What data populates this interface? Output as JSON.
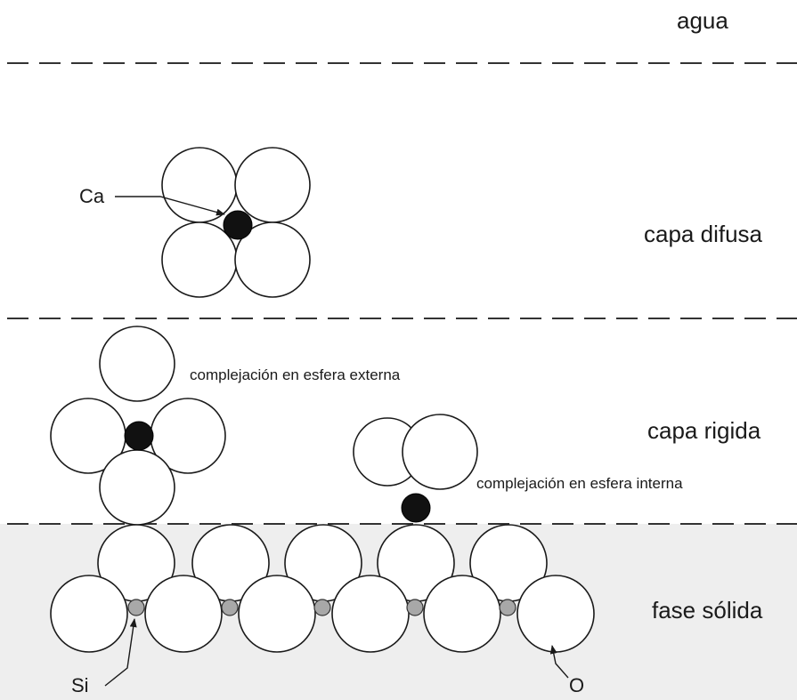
{
  "zones": {
    "water": "agua",
    "diffuse_layer": "capa difusa",
    "rigid_layer": "capa rigida",
    "solid_phase": "fase sólida"
  },
  "annotations": {
    "outer_sphere": "complejación en esfera externa",
    "inner_sphere": "complejación en esfera interna"
  },
  "atoms": {
    "calcium": "Ca",
    "silicon": "Si",
    "oxygen": "O"
  },
  "colors": {
    "solid_phase_fill": "#eeeeee",
    "calcium_fill": "#111111",
    "silicon_fill": "#a8a8a8",
    "oxygen_fill": "#ffffff"
  }
}
